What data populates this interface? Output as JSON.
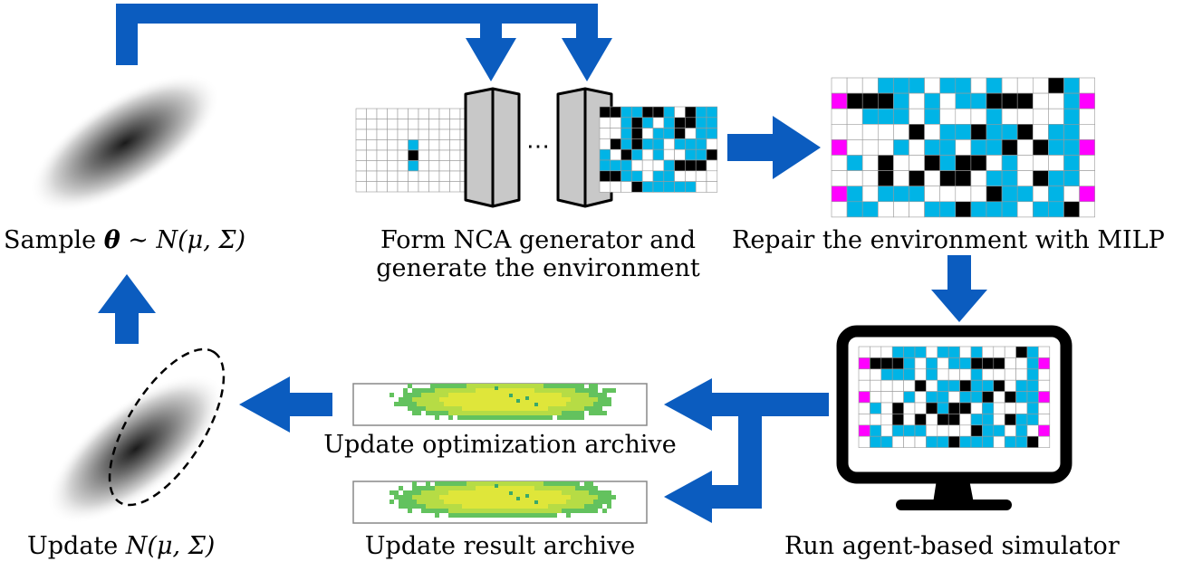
{
  "labels": {
    "sample": {
      "prefix": "Sample ",
      "theta": "θ",
      "sim": " ∼ ",
      "dist": "N",
      "args": "(μ, Σ)"
    },
    "nca_line1": "Form NCA generator and",
    "nca_line2": "generate the environment",
    "repair": "Repair the environment with MILP",
    "simulator": "Run agent-based simulator",
    "opt_archive": "Update optimization archive",
    "result_archive": "Update result archive",
    "update_dist": {
      "prefix": "Update ",
      "dist": "N",
      "args": "(μ, Σ)"
    },
    "ellipsis": "⋯"
  },
  "colors": {
    "arrow": "#0b5cbf",
    "cyan": "#00b4e6",
    "magenta": "#ff00ff",
    "black": "#000000",
    "grid": "#9a9a9a",
    "layer": "#c8c8c8"
  }
}
